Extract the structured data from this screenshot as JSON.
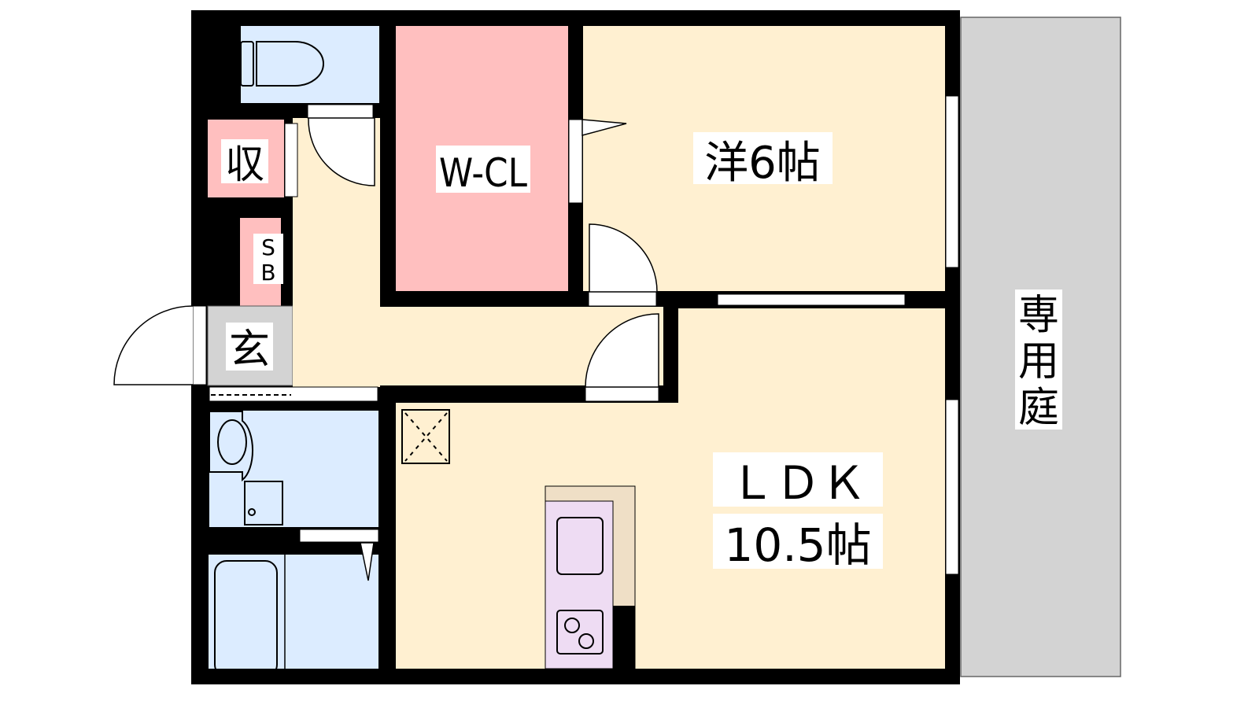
{
  "rooms": {
    "western_room": "洋6帖",
    "walk_in_closet": "W-CL",
    "storage": "収",
    "shoe_box_s": "S",
    "shoe_box_b": "B",
    "entrance": "玄",
    "ldk_name": "ＬＤＫ",
    "ldk_size": "10.5帖",
    "garden_1": "専",
    "garden_2": "用",
    "garden_3": "庭"
  },
  "colors": {
    "wall": "#000000",
    "living": "#fff0d1",
    "closet": "#ffbfbf",
    "wet": "#dcecff",
    "entrance": "#d3d3d3",
    "garden": "#d3d3d3",
    "kitchen": "#eedcf3",
    "counter": "#efdfc6"
  }
}
